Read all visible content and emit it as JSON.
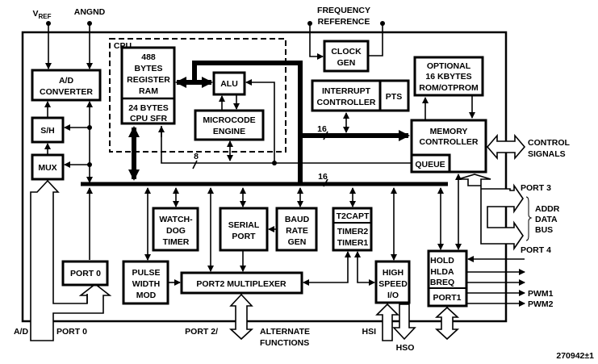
{
  "pins": {
    "vref": "V",
    "vref_sub": "REF",
    "angnd": "ANGND",
    "freq_ref_1": "FREQUENCY",
    "freq_ref_2": "REFERENCE",
    "control_1": "CONTROL",
    "control_2": "SIGNALS",
    "port3": "PORT 3",
    "port4": "PORT 4",
    "addr_1": "ADDR",
    "addr_2": "DATA",
    "addr_3": "BUS",
    "pwm1": "PWM1",
    "pwm2": "PWM2",
    "ad": "A/D",
    "port0": "PORT 0",
    "port2": "PORT 2/",
    "alt_1": "ALTERNATE",
    "alt_2": "FUNCTIONS",
    "hsi": "HSI",
    "hso": "HSO"
  },
  "blocks": {
    "ad_converter": [
      "A/D",
      "CONVERTER"
    ],
    "sh": "S/H",
    "mux": "MUX",
    "cpu": "CPU",
    "register_ram": [
      "488",
      "BYTES",
      "REGISTER",
      "RAM"
    ],
    "cpu_sfr": [
      "24 BYTES",
      "CPU SFR"
    ],
    "alu": "ALU",
    "microcode": [
      "MICROCODE",
      "ENGINE"
    ],
    "clock_gen": [
      "CLOCK",
      "GEN"
    ],
    "interrupt": [
      "INTERRUPT",
      "CONTROLLER"
    ],
    "pts": "PTS",
    "rom": [
      "OPTIONAL",
      "16 KBYTES",
      "ROM/OTPROM"
    ],
    "memory_controller": [
      "MEMORY",
      "CONTROLLER"
    ],
    "queue": "QUEUE",
    "watchdog": [
      "WATCH-",
      "DOG",
      "TIMER"
    ],
    "serial_port": [
      "SERIAL",
      "PORT"
    ],
    "baud": [
      "BAUD",
      "RATE",
      "GEN"
    ],
    "timers": [
      "T2CAPT",
      "TIMER2",
      "TIMER1"
    ],
    "port0": "PORT 0",
    "pwm": [
      "PULSE",
      "WIDTH",
      "MOD"
    ],
    "port2_mux": "PORT2 MULTIPLEXER",
    "hsio": [
      "HIGH",
      "SPEED",
      "I/O"
    ],
    "hold": [
      "HOLD",
      "HLDA",
      "BREQ"
    ],
    "port1": "PORT1"
  },
  "bus_widths": {
    "internal_a": "16",
    "internal_b": "16",
    "sfr": "8"
  },
  "figure_id": "270942±1"
}
